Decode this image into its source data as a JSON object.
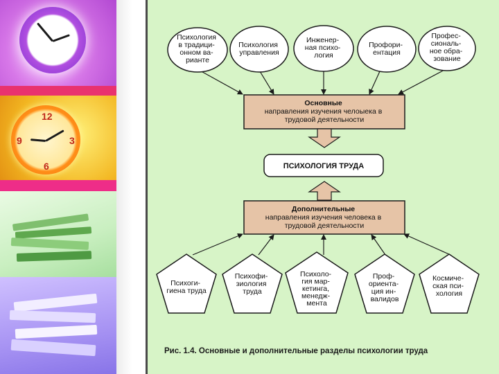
{
  "top_nodes": [
    [
      "Психология",
      "в традици-",
      "онном ва-",
      "рианте"
    ],
    [
      "Психология",
      "управления"
    ],
    [
      "Инженер-",
      "ная психо-",
      "логия"
    ],
    [
      "Профори-",
      "ентация"
    ],
    [
      "Профес-",
      "сиональ-",
      "ное обра-",
      "зование"
    ]
  ],
  "main_box": [
    "Основные",
    "направления изучения челоыека в",
    "трудовой деятельности"
  ],
  "center_box": "ПСИХОЛОГИЯ ТРУДА",
  "additional_box": [
    "Дополнительные",
    "направления изучения человека в",
    "трудовой деятельности"
  ],
  "bottom_nodes": [
    [
      "Психоги-",
      "гиена труда"
    ],
    [
      "Психофи-",
      "зиология",
      "труда"
    ],
    [
      "Психоло-",
      "гия мар-",
      "кетинга,",
      "менедж-",
      "мента"
    ],
    [
      "Проф-",
      "ориента-",
      "ция ин-",
      "валидов"
    ],
    [
      "Космиче-",
      "ская пси-",
      "хология"
    ]
  ],
  "caption": "Рис. 1.4. Основные и дополнительные разделы психологии труда",
  "colors": {
    "background": "#d7f4c7",
    "node_fill": "#ffffff",
    "box_fill": "#e6c4a7",
    "arrow_fill": "#e6c4a7",
    "stroke": "#1a1a1a"
  },
  "sidebar_images": [
    "clock-purple",
    "clock-orange",
    "paper-stack-green",
    "paper-stack-violet"
  ]
}
